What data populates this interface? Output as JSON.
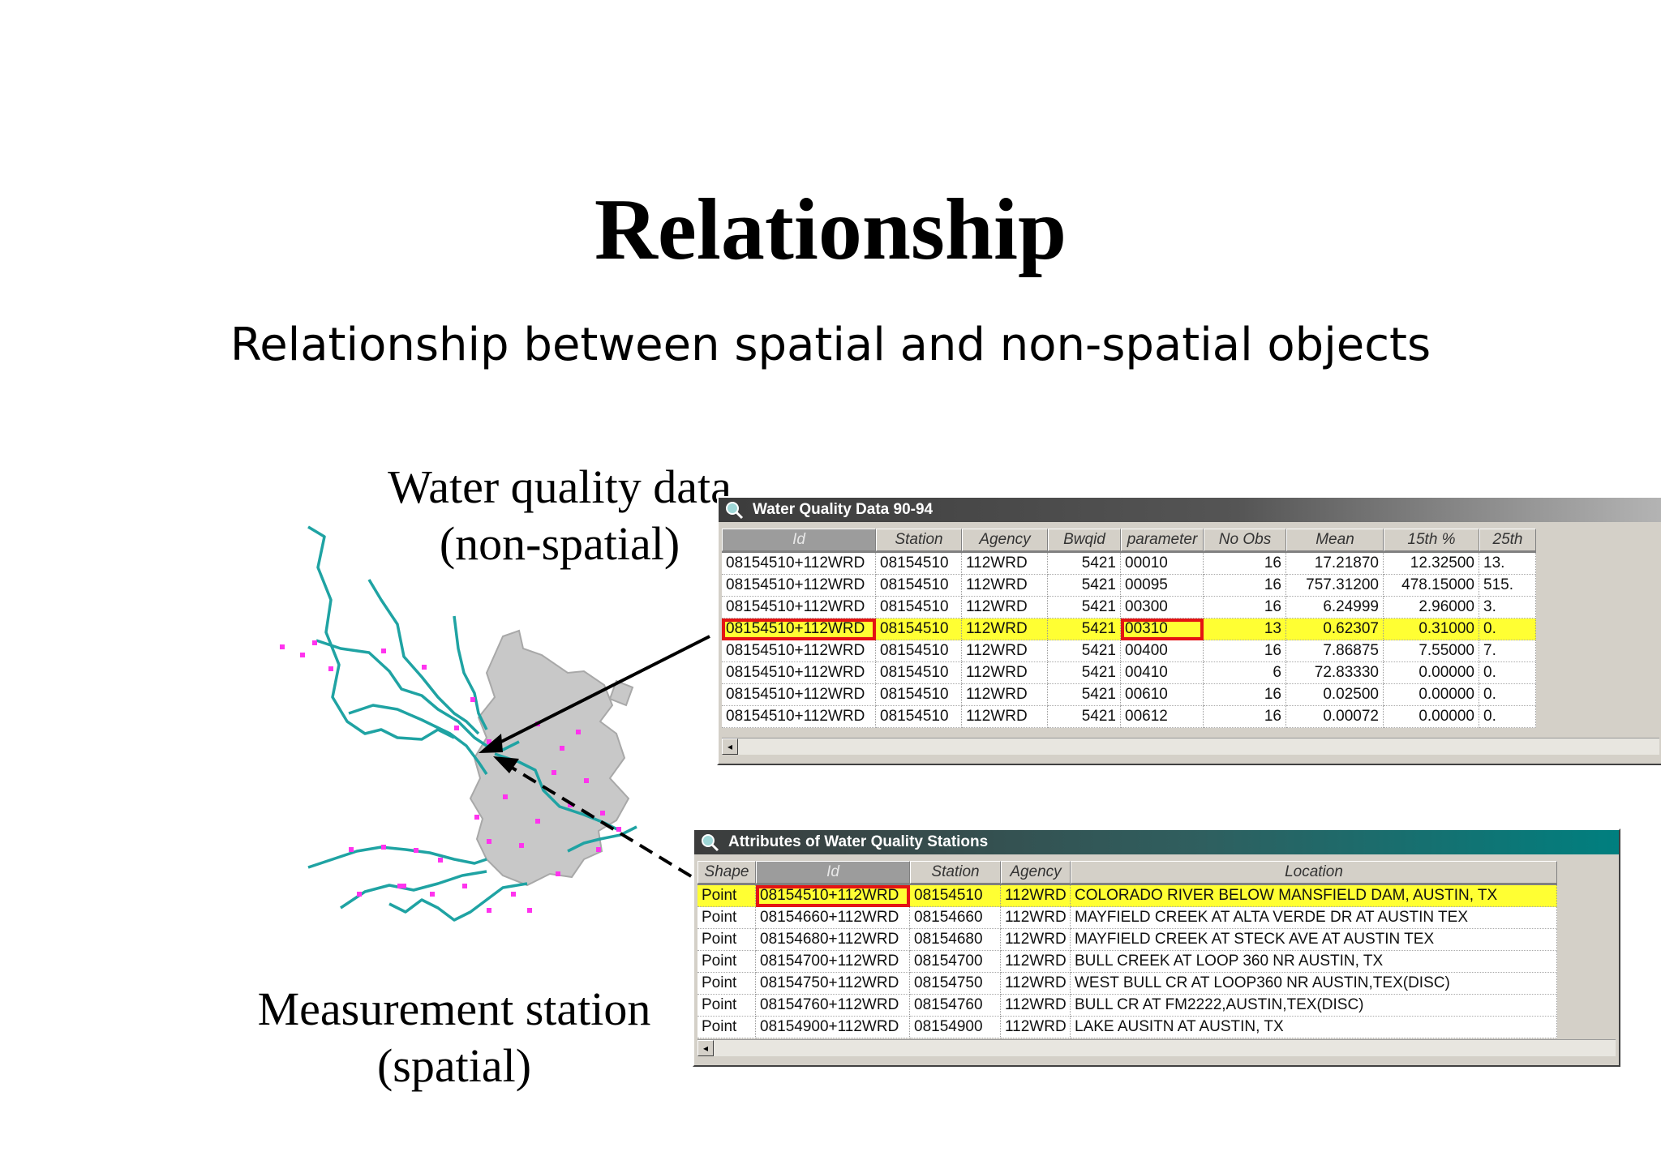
{
  "slide": {
    "title": "Relationship",
    "subtitle": "Relationship between spatial and non-spatial objects"
  },
  "labels": {
    "water_quality_line1": "Water quality data",
    "water_quality_line2": "(non-spatial)",
    "measurement_line1": "Measurement station",
    "measurement_line2": "(spatial)"
  },
  "colors": {
    "highlight": "#ffff33",
    "selection_box": "#e41414",
    "title_bar_dark": "#3c3c3c",
    "title_bar_teal": "#007f7f",
    "river": "#1fa3a3",
    "station_point": "#ff33ee",
    "city_area": "#c8c8c8"
  },
  "water_quality_table": {
    "title": "Water Quality Data 90-94",
    "icon": "magnifier-icon",
    "columns": [
      "Id",
      "Station",
      "Agency",
      "Bwqid",
      "parameter",
      "No Obs",
      "Mean",
      "15th %",
      "25th"
    ],
    "rows": [
      [
        "08154510+112WRD",
        "08154510",
        "112WRD",
        "5421",
        "00010",
        "16",
        "17.21870",
        "12.32500",
        "13."
      ],
      [
        "08154510+112WRD",
        "08154510",
        "112WRD",
        "5421",
        "00095",
        "16",
        "757.31200",
        "478.15000",
        "515."
      ],
      [
        "08154510+112WRD",
        "08154510",
        "112WRD",
        "5421",
        "00300",
        "16",
        "6.24999",
        "2.96000",
        "3."
      ],
      [
        "08154510+112WRD",
        "08154510",
        "112WRD",
        "5421",
        "00310",
        "13",
        "0.62307",
        "0.31000",
        "0."
      ],
      [
        "08154510+112WRD",
        "08154510",
        "112WRD",
        "5421",
        "00400",
        "16",
        "7.86875",
        "7.55000",
        "7."
      ],
      [
        "08154510+112WRD",
        "08154510",
        "112WRD",
        "5421",
        "00410",
        "6",
        "72.83330",
        "0.00000",
        "0."
      ],
      [
        "08154510+112WRD",
        "08154510",
        "112WRD",
        "5421",
        "00610",
        "16",
        "0.02500",
        "0.00000",
        "0."
      ],
      [
        "08154510+112WRD",
        "08154510",
        "112WRD",
        "5421",
        "00612",
        "16",
        "0.00072",
        "0.00000",
        "0."
      ]
    ],
    "highlighted_row": 3
  },
  "stations_table": {
    "title": "Attributes of Water Quality Stations",
    "icon": "magnifier-icon",
    "columns": [
      "Shape",
      "Id",
      "Station",
      "Agency",
      "Location"
    ],
    "rows": [
      [
        "Point",
        "08154510+112WRD",
        "08154510",
        "112WRD",
        "COLORADO RIVER BELOW MANSFIELD DAM, AUSTIN, TX"
      ],
      [
        "Point",
        "08154660+112WRD",
        "08154660",
        "112WRD",
        "MAYFIELD CREEK AT ALTA VERDE DR AT AUSTIN TEX"
      ],
      [
        "Point",
        "08154680+112WRD",
        "08154680",
        "112WRD",
        "MAYFIELD CREEK AT STECK AVE AT AUSTIN TEX"
      ],
      [
        "Point",
        "08154700+112WRD",
        "08154700",
        "112WRD",
        "BULL CREEK AT LOOP 360 NR AUSTIN, TX"
      ],
      [
        "Point",
        "08154750+112WRD",
        "08154750",
        "112WRD",
        "WEST BULL CR AT LOOP360 NR AUSTIN,TEX(DISC)"
      ],
      [
        "Point",
        "08154760+112WRD",
        "08154760",
        "112WRD",
        "BULL CR AT FM2222,AUSTIN,TEX(DISC)"
      ],
      [
        "Point",
        "08154900+112WRD",
        "08154900",
        "112WRD",
        "LAKE AUSITN AT AUSTIN, TX"
      ]
    ],
    "highlighted_row": 0
  },
  "scrollbar": {
    "left_arrow": "◂"
  }
}
